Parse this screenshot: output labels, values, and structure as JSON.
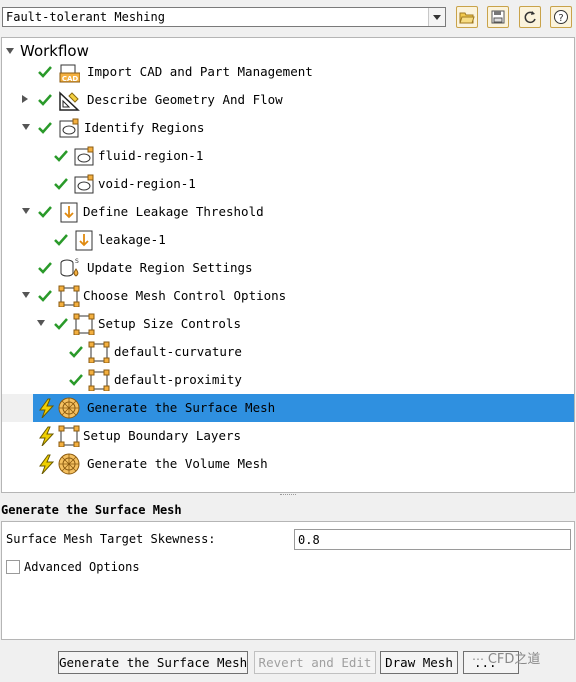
{
  "toolbar": {
    "workflow_select_value": "Fault-tolerant Meshing",
    "icons": [
      "open-folder-icon",
      "save-icon",
      "refresh-icon",
      "help-icon"
    ]
  },
  "tree": {
    "header": "Workflow",
    "items": [
      {
        "label": "Import CAD and Part Management",
        "icon": "cad-import-icon",
        "status": "done"
      },
      {
        "label": "Describe Geometry And Flow",
        "icon": "geometry-icon",
        "status": "done"
      },
      {
        "label": "Identify Regions",
        "icon": "region-icon",
        "status": "done"
      },
      {
        "label": "fluid-region-1",
        "icon": "region-icon",
        "status": "done"
      },
      {
        "label": "void-region-1",
        "icon": "region-icon",
        "status": "done"
      },
      {
        "label": "Define Leakage Threshold",
        "icon": "leakage-icon",
        "status": "done"
      },
      {
        "label": "leakage-1",
        "icon": "leakage-icon",
        "status": "done"
      },
      {
        "label": "Update Region Settings",
        "icon": "region-settings-icon",
        "status": "done"
      },
      {
        "label": "Choose Mesh Control Options",
        "icon": "mesh-control-icon",
        "status": "done"
      },
      {
        "label": "Setup Size Controls",
        "icon": "mesh-control-icon",
        "status": "done"
      },
      {
        "label": "default-curvature",
        "icon": "mesh-control-icon",
        "status": "done"
      },
      {
        "label": "default-proximity",
        "icon": "mesh-control-icon",
        "status": "done"
      },
      {
        "label": "Generate the Surface Mesh",
        "icon": "surface-mesh-icon",
        "status": "pending"
      },
      {
        "label": "Setup Boundary Layers",
        "icon": "mesh-control-icon",
        "status": "pending"
      },
      {
        "label": "Generate the Volume Mesh",
        "icon": "surface-mesh-icon",
        "status": "pending"
      }
    ]
  },
  "task_panel": {
    "title": "Generate the Surface Mesh",
    "field_label": "Surface Mesh Target Skewness:",
    "field_value": "0.8",
    "advanced_label": "Advanced Options"
  },
  "buttons": {
    "generate": "Generate the Surface Mesh",
    "revert": "Revert and Edit",
    "draw": "Draw Mesh",
    "more": "..."
  },
  "watermark": "CFD之道",
  "colors": {
    "selection": "#2f90e0",
    "check": "#2a9a2a",
    "pending": "#f0d000"
  }
}
